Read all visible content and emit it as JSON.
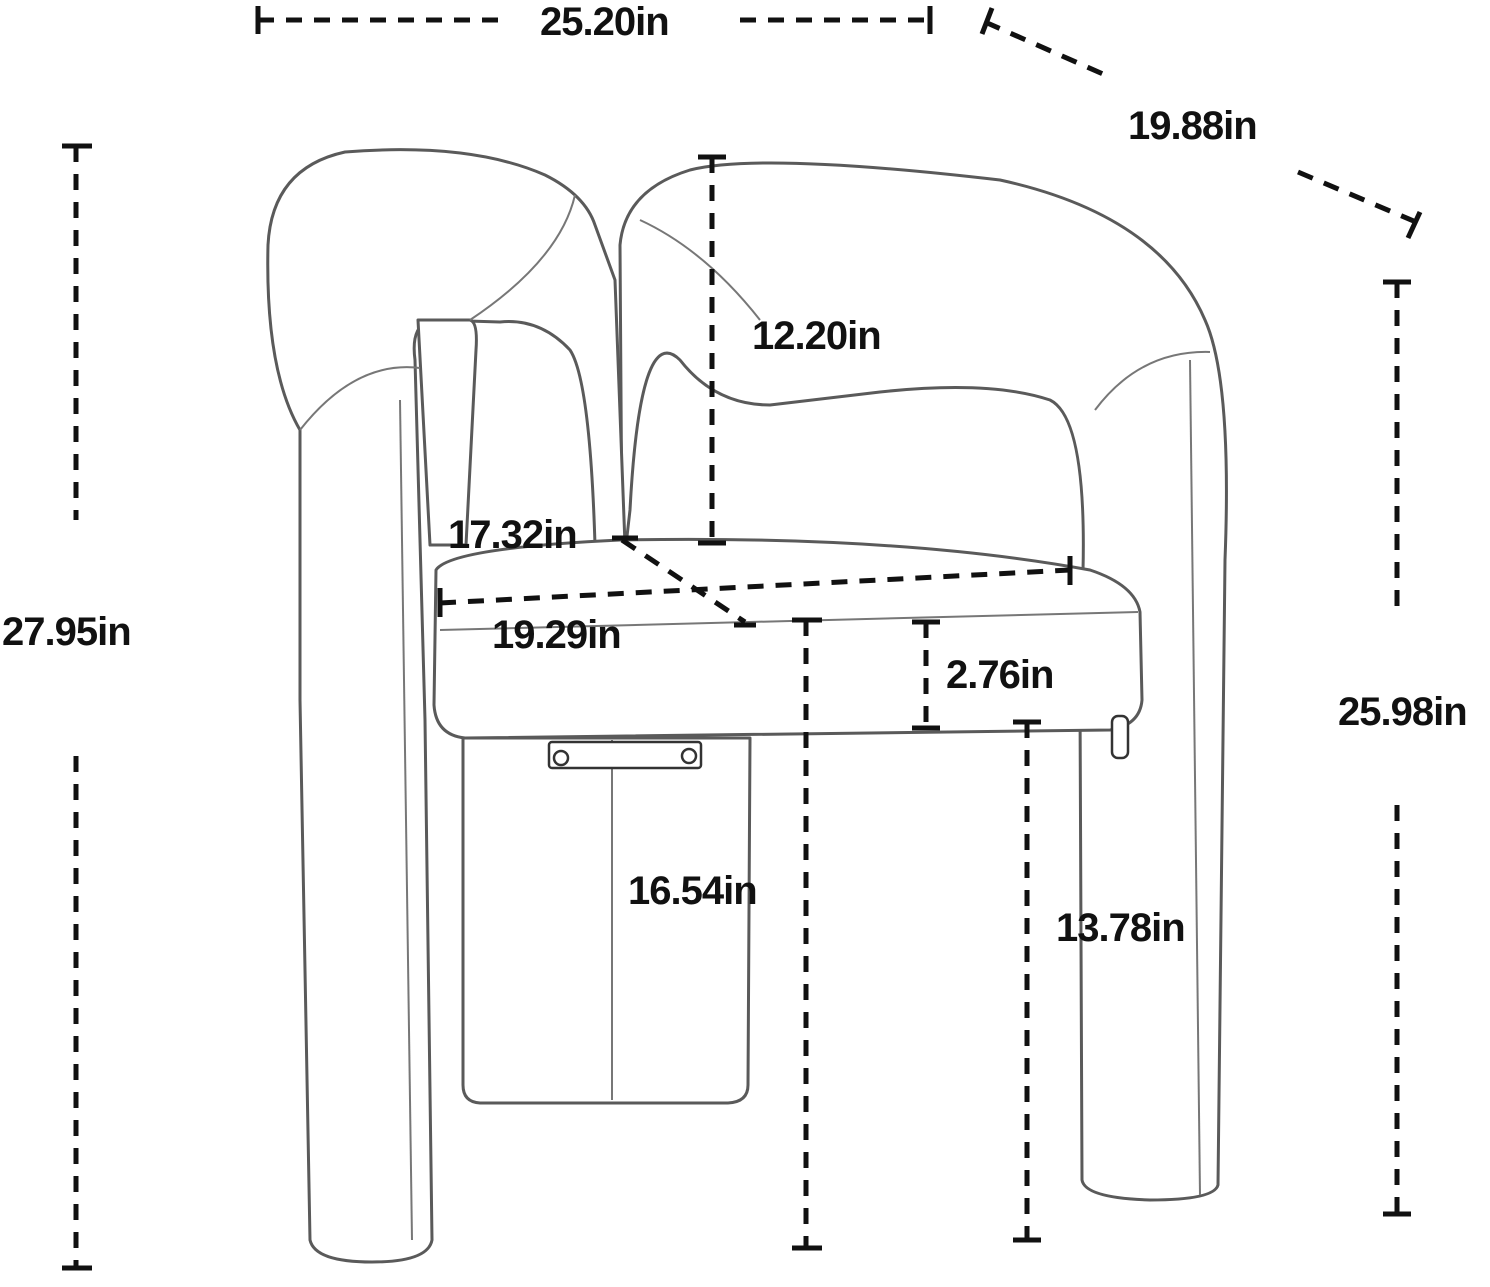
{
  "dimensions": {
    "width_top": "25.20in",
    "depth_top": "19.88in",
    "total_height": "27.95in",
    "arm_height": "25.98in",
    "backrest_height": "12.20in",
    "seat_depth": "17.32in",
    "seat_width": "19.29in",
    "seat_thickness": "2.76in",
    "seat_height": "16.54in",
    "under_seat_clearance": "13.78in"
  },
  "colors": {
    "line": "#111111",
    "outline": "#555555",
    "fill": "#ffffff"
  }
}
